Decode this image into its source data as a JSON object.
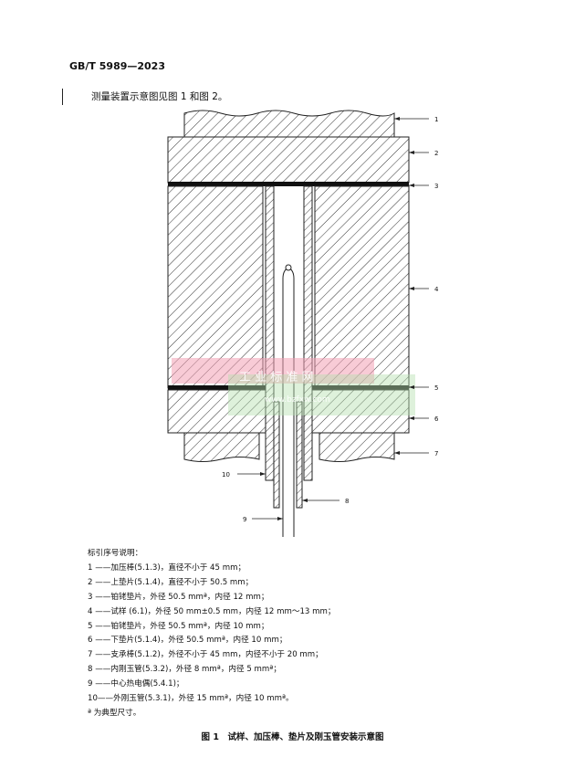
{
  "header": {
    "standard": "GB/T 5989—2023"
  },
  "intro": "测量装置示意图见图 1 和图 2。",
  "figure": {
    "callouts": [
      "1",
      "2",
      "3",
      "4",
      "5",
      "6",
      "7",
      "8",
      "9",
      "10"
    ],
    "colors": {
      "hatch": "#333333",
      "gasket": "#111111",
      "watermark_pink": "#f3a0b4",
      "watermark_green": "#b6e0b0"
    },
    "watermark_text": [
      "工 业 标 准 网",
      "www.bzfxw.com"
    ]
  },
  "legend": {
    "title": "标引序号说明：",
    "items": [
      "1 ——加压棒(5.1.3)，直径不小于 45 mm；",
      "2 ——上垫片(5.1.4)，直径不小于 50.5 mm；",
      "3 ——铂铑垫片，外径 50.5 mmª，内径 12 mm；",
      "4 ——试样 (6.1)，外径 50 mm±0.5 mm，内径 12 mm～13 mm；",
      "5 ——铂铑垫片，外径 50.5 mmª，内径 10 mm；",
      "6 ——下垫片(5.1.4)，外径 50.5 mmª，内径 10 mm；",
      "7 ——支承棒(5.1.2)，外径不小于 45 mm，内径不小于 20 mm；",
      "8 ——内刚玉管(5.3.2)，外径 8 mmª，内径 5 mmª；",
      "9 ——中心热电偶(5.4.1)；",
      "10——外刚玉管(5.3.1)，外径 15 mmª，内径 10 mmª。"
    ],
    "note": "ª 为典型尺寸。"
  },
  "caption": "图 1　试样、加压棒、垫片及刚玉管安装示意图"
}
